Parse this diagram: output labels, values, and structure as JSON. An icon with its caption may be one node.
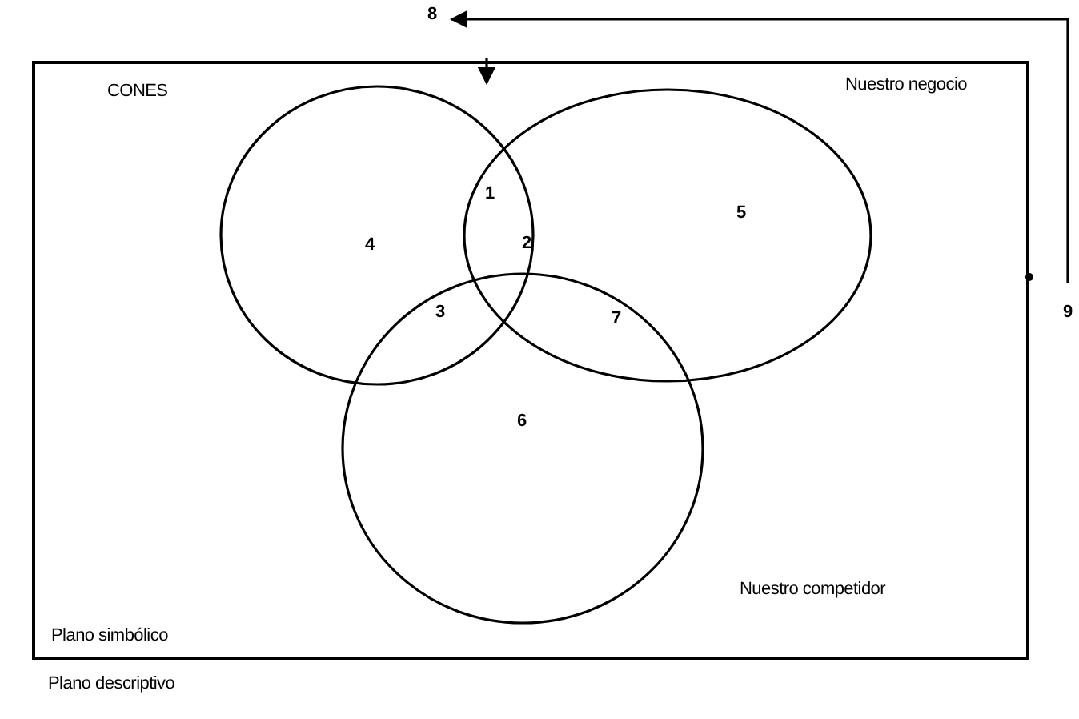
{
  "diagram": {
    "nodes": [
      {
        "text": [
          "Plano simbólico"
        ]
      },
      {
        "text": [
          "CONES"
        ],
        "in": 0
      },
      {
        "text": [
          "Nuestro negocio"
        ],
        "in": 0
      },
      {
        "text": [
          "Nuestro competidor"
        ],
        "in": 0
      },
      {
        "text": [
          "8"
        ]
      }
    ],
    "edges": [
      {
        "from": null,
        "to": 4,
        "arrow": "to"
      }
    ],
    "labels": [
      "4",
      "1",
      "5",
      "2",
      "3",
      "7",
      "6",
      "9",
      "Plano descriptivo"
    ]
  }
}
